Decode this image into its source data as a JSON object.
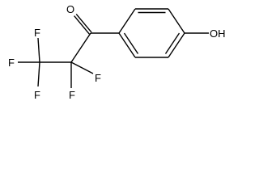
{
  "molecule": {
    "atoms": {
      "oxygen_carbonyl": "O",
      "hydroxyl": "OH",
      "fluorines": [
        "F",
        "F",
        "F",
        "F",
        "F"
      ]
    }
  }
}
